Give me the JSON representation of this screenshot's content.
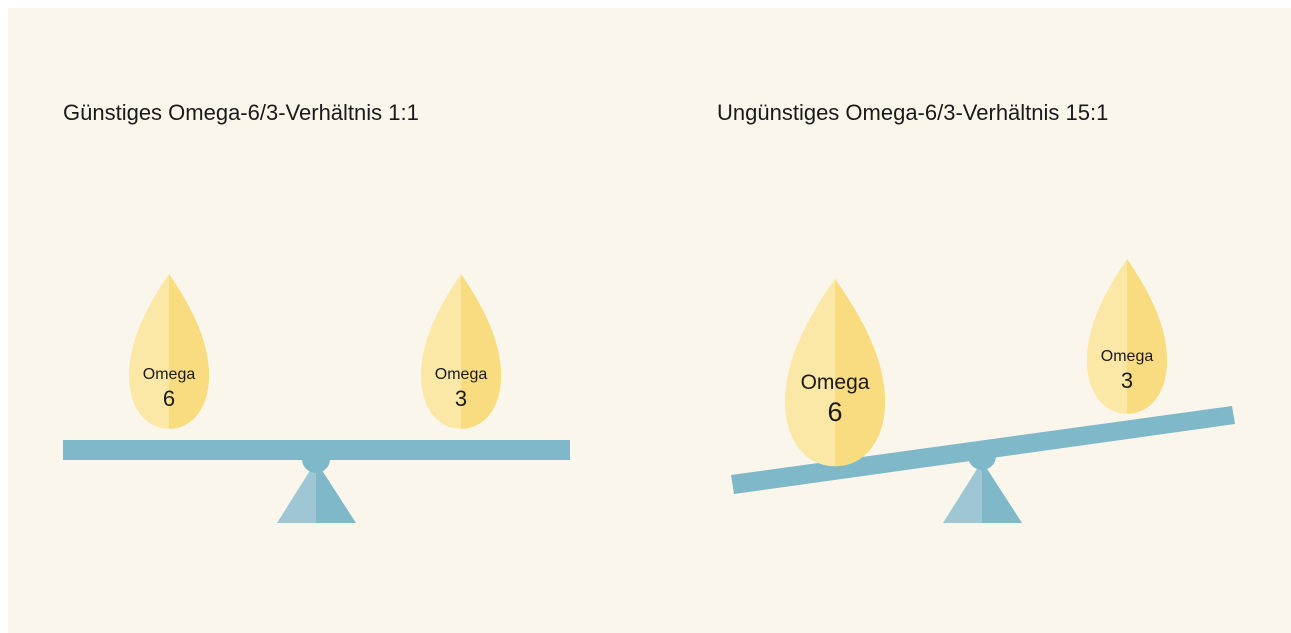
{
  "left": {
    "title": "Günstiges Omega-6/3-Verhältnis 1:1",
    "ratio": "1:1",
    "drops": [
      {
        "word": "Omega",
        "number": "6"
      },
      {
        "word": "Omega",
        "number": "3"
      }
    ]
  },
  "right": {
    "title": "Ungünstiges Omega-6/3-Verhältnis 15:1",
    "ratio": "15:1",
    "drops": [
      {
        "word": "Omega",
        "number": "6"
      },
      {
        "word": "Omega",
        "number": "3"
      }
    ]
  },
  "colors": {
    "background": "#fbf6ec",
    "beam": "#7fb8c9",
    "fulcrum_light": "#9ec6d4",
    "fulcrum_dark": "#7fb8c9",
    "drop_light": "#fbe7a6",
    "drop_dark": "#f9dc7f"
  }
}
